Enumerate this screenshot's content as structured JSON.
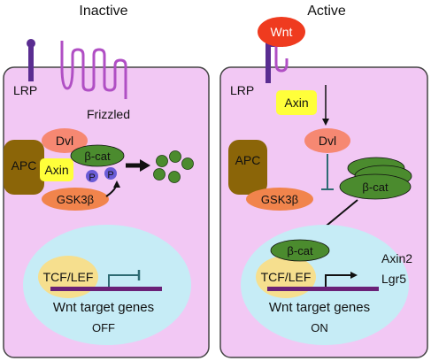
{
  "colors": {
    "cell_fill": "#f2c8f4",
    "cell_stroke": "#444444",
    "nucleus": "#c6ecf6",
    "lrp": "#5a2d91",
    "frizzled": "#b04fc4",
    "wnt": "#ef3b1f",
    "dvl": "#f68872",
    "gsk3b": "#f1844c",
    "apc": "#8b6508",
    "axin": "#ffff3a",
    "bcat": "#4b8b2e",
    "phospho": "#6a5bd6",
    "tcf": "#f6df8e",
    "dna": "#6a2177",
    "inhibit": "#2e6b73"
  },
  "inactive": {
    "title": "Inactive",
    "lrp": "LRP",
    "frizzled": "Frizzled",
    "dvl": "Dvl",
    "apc": "APC",
    "axin": "Axin",
    "bcat": "β-cat",
    "phospho": "P",
    "gsk3b": "GSK3β",
    "tcf": "TCF/LEF",
    "target": "Wnt target genes",
    "state": "OFF"
  },
  "active": {
    "title": "Active",
    "wnt": "Wnt",
    "lrp": "LRP",
    "axin": "Axin",
    "dvl": "Dvl",
    "apc": "APC",
    "gsk3b": "GSK3β",
    "bcat_cyto": "β-cat",
    "bcat_nuc": "β-cat",
    "tcf": "TCF/LEF",
    "gene1": "Axin2",
    "gene2": "Lgr5",
    "target": "Wnt target genes",
    "state": "ON"
  }
}
